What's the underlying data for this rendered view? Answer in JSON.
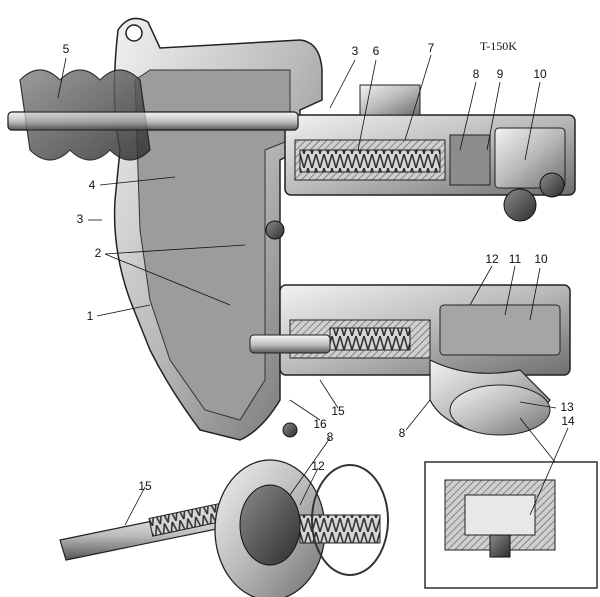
{
  "title": "T-150K",
  "callouts": [
    {
      "id": "c5",
      "text": "5"
    },
    {
      "id": "c3a",
      "text": "3"
    },
    {
      "id": "c6",
      "text": "6"
    },
    {
      "id": "c7",
      "text": "7"
    },
    {
      "id": "c8a",
      "text": "8"
    },
    {
      "id": "c9",
      "text": "9"
    },
    {
      "id": "c10a",
      "text": "10"
    },
    {
      "id": "c4",
      "text": "4"
    },
    {
      "id": "c3b",
      "text": "3"
    },
    {
      "id": "c2",
      "text": "2"
    },
    {
      "id": "c1",
      "text": "1"
    },
    {
      "id": "c12a",
      "text": "12"
    },
    {
      "id": "c11",
      "text": "11"
    },
    {
      "id": "c10b",
      "text": "10"
    },
    {
      "id": "c13",
      "text": "13"
    },
    {
      "id": "c15a",
      "text": "15"
    },
    {
      "id": "c16",
      "text": "16"
    },
    {
      "id": "c8b",
      "text": "8"
    },
    {
      "id": "c14",
      "text": "14"
    },
    {
      "id": "c8c",
      "text": "8"
    },
    {
      "id": "c12b",
      "text": "12"
    },
    {
      "id": "c15b",
      "text": "15"
    }
  ]
}
